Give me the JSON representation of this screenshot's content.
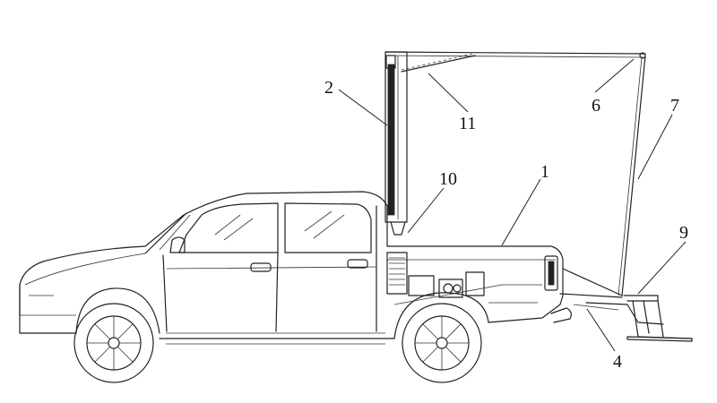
{
  "callouts": [
    {
      "id": "1",
      "text": "1"
    },
    {
      "id": "2",
      "text": "2"
    },
    {
      "id": "4",
      "text": "4"
    },
    {
      "id": "6",
      "text": "6"
    },
    {
      "id": "7",
      "text": "7"
    },
    {
      "id": "9",
      "text": "9"
    },
    {
      "id": "10",
      "text": "10"
    },
    {
      "id": "11",
      "text": "11"
    }
  ]
}
